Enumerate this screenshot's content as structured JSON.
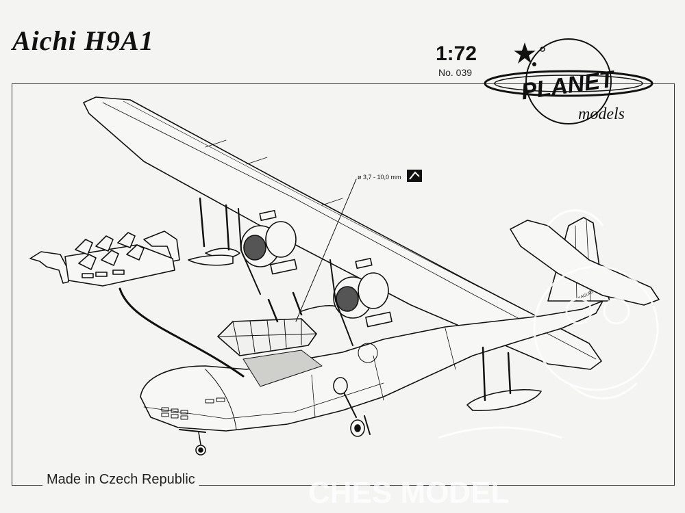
{
  "header": {
    "title": "Aichi H9A1",
    "scale": "1:72",
    "kit_number": "No. 039"
  },
  "brand": {
    "name": "PLANET",
    "subname": "models"
  },
  "drawing": {
    "part_label": "ø 3,7 - 10,0 mm",
    "tag_text": "KAGURI"
  },
  "footer": {
    "origin": "Made in Czech Republic"
  },
  "watermark": {
    "text": "CHES MODEL"
  },
  "colors": {
    "paper": "#f4f4f2",
    "ink": "#111111",
    "watermark": "#ffffff"
  }
}
